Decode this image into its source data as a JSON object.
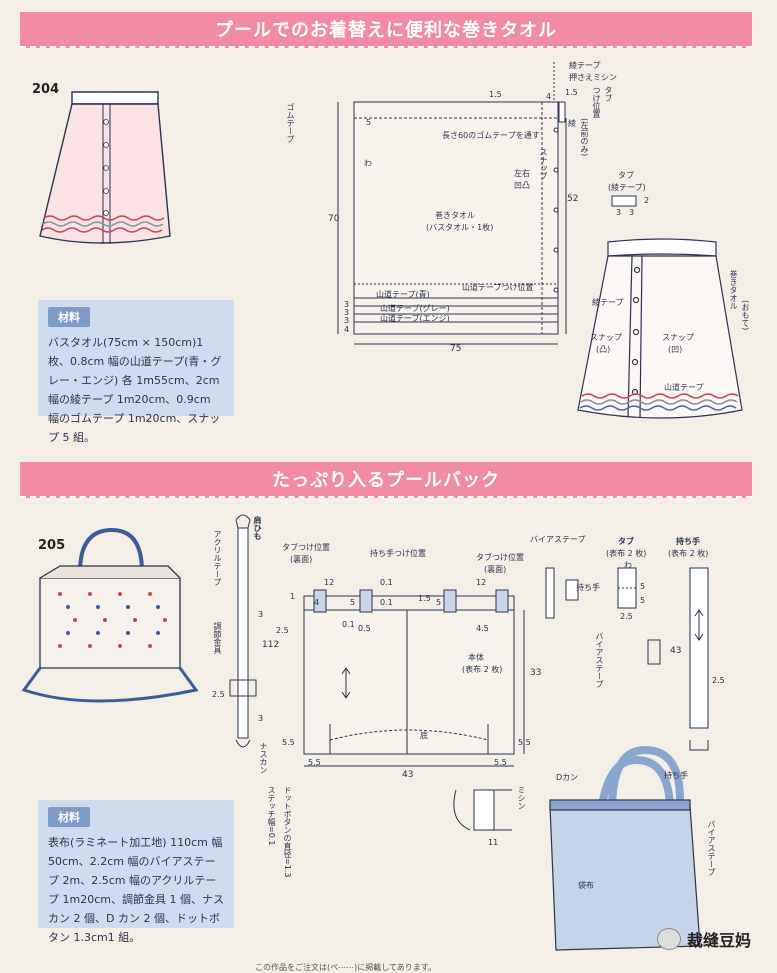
{
  "section1": {
    "title": "プールでのお着替えに便利な巻きタオル",
    "number": "204",
    "materials_tag": "材料",
    "materials_text": "バスタオル(75cm × 150cm)1 枚、0.8cm 幅の山道テープ(青・グレー・エンジ) 各 1m55cm、2cm 幅の綾テープ 1m20cm、0.9cm 幅のゴムテープ 1m20cm、スナップ 5 組。",
    "labels": {
      "ayatape": "綾テープ",
      "osae": "押さえミシン",
      "tab": "タブ",
      "tab_pos": "つけ位置",
      "tab_pos2": "(左前のみ)",
      "gom": "ゴムテープ",
      "gom_note": "長さ60のゴムテープを通す",
      "aya2": "綾",
      "snap": "スナップ",
      "left_right": "左右",
      "ou": "凹凸",
      "towel": "巻きタオル",
      "towel_sub": "(バスタオル・1枚)",
      "yamamichi_ao": "山道テープ(青)",
      "yamamichi_gray": "山道テープ(グレー)",
      "yamamichi_enji": "山道テープ(エンジ)",
      "yamamichi_pos": "山道テープつけ位置",
      "dim_70": "70",
      "dim_75": "75",
      "dim_52": "52",
      "dim_15a": "1.5",
      "dim_15b": "1.5",
      "dim_5": "5",
      "dim_4": "4",
      "dim_3a": "3",
      "dim_3b": "3",
      "dim_3c": "3",
      "dim_4b": "4",
      "wa": "わ",
      "tab_title": "タブ",
      "tab_sub": "(綾テープ)",
      "tab_2": "2",
      "tab_3a": "3",
      "tab_3b": "3",
      "right_aya": "綾テープ",
      "right_snap_a": "スナップ",
      "right_snap_a2": "(凸)",
      "right_snap_b": "スナップ",
      "right_snap_b2": "(凹)",
      "right_towel": "巻きタオル",
      "right_omote": "(おもて)",
      "right_yama": "山道テープ"
    }
  },
  "section2": {
    "title": "たっぷり入るプールバック",
    "number": "205",
    "materials_tag": "材料",
    "materials_text": "表布(ラミネート加工地) 110cm 幅 50cm、2.2cm 幅のバイアステープ 2m、2.5cm 幅のアクリルテープ 1m20cm、調節金具 1 個、ナスカン 2 個、D カン 2 個、ドットボタン 1.3cm1 組。",
    "labels": {
      "katahimo": "肩ひも",
      "acryl": "アクリルテープ",
      "chosetsu": "調節金具",
      "nasukan": "ナスカン",
      "d112": "112",
      "d3a": "3",
      "d3b": "3",
      "d25a": "2.5",
      "tab_pos_a": "タブつけ位置",
      "tab_pos_a2": "(裏面)",
      "mochite_pos": "持ち手つけ位置",
      "tab_pos_b": "タブつけ位置",
      "tab_pos_b2": "(裏面)",
      "bias": "バイアステープ",
      "d12a": "12",
      "d01a": "0.1",
      "d12b": "12",
      "d1": "1",
      "d4": "4",
      "d5a": "5",
      "d01b": "0.1",
      "d15": "1.5",
      "d5b": "5",
      "d25b": "2.5",
      "d01c": "0.1",
      "d05": "0.5",
      "d45": "4.5",
      "hontai": "本体",
      "hontai_sub": "(表布 2 枚)",
      "d33": "33",
      "soko": "底",
      "d55a": "5.5",
      "d55b": "5.5",
      "d55c": "5.5",
      "d55d": "5.5",
      "d43": "43",
      "dot_note": "ドットボタンの直径=1.3",
      "stitch": "ステッチ幅=0.1",
      "mishin": "ミシン",
      "d11": "11",
      "tab2_title": "タブ",
      "tab2_sub": "(表布 2 枚)",
      "wa": "わ",
      "t5a": "5",
      "t5b": "5",
      "t25": "2.5",
      "mochite_small": "持ち手",
      "bias2": "バイアステープ",
      "mochite_title": "持ち手",
      "mochite_sub": "(表布 2 枚)",
      "m43": "43",
      "m25": "2.5",
      "dkan": "Dカン",
      "mochite3": "持ち手",
      "bias3": "バイアステープ",
      "bukuro": "袋布"
    }
  },
  "watermark": "裁缝豆妈",
  "footer": "この作品をご注文は(ペ⋯⋯)に掲載してあります。"
}
